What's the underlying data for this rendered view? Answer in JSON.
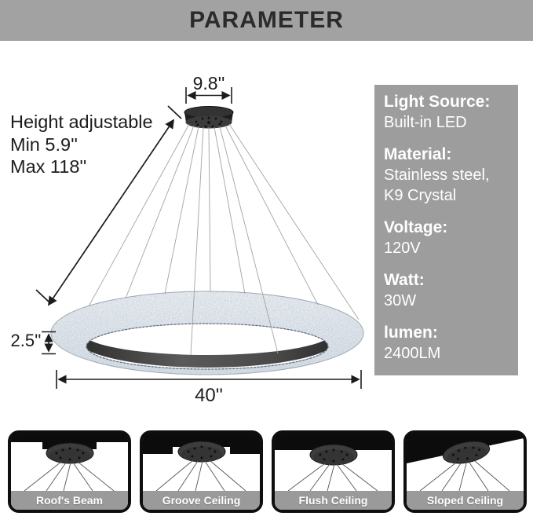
{
  "banner": {
    "title": "PARAMETER"
  },
  "diagram": {
    "height_note_line1": "Height adjustable",
    "height_note_line2": "Min 5.9''",
    "height_note_line3": "Max 118''",
    "canopy_width": "9.8''",
    "ring_height": "2.5''",
    "ring_diameter": "40''"
  },
  "specs": [
    {
      "label": "Light Source:",
      "lines": [
        "Built-in LED"
      ]
    },
    {
      "label": "Material:",
      "lines": [
        "Stainless steel,",
        "K9 Crystal"
      ]
    },
    {
      "label": "Voltage:",
      "lines": [
        "120V"
      ]
    },
    {
      "label": "Watt:",
      "lines": [
        "30W"
      ]
    },
    {
      "label": "lumen:",
      "lines": [
        "2400LM"
      ]
    }
  ],
  "install_options": [
    {
      "label": "Roof's Beam"
    },
    {
      "label": "Groove Ceiling"
    },
    {
      "label": "Flush Ceiling"
    },
    {
      "label": "Sloped Ceiling"
    }
  ],
  "colors": {
    "banner_bg": "#a2a2a2",
    "banner_text": "#2b2b2b",
    "specs_panel_bg": "#9d9d9d",
    "specs_text": "#ffffff",
    "card_label_bar_bg": "#9a9a9a",
    "card_border": "#0e0e0e",
    "ceiling_black": "#0c0c0c",
    "ring_dark_wall": "#3d3d3d",
    "crystal_light": "#e6ecf2",
    "dimension_line": "#1c1c1c"
  }
}
